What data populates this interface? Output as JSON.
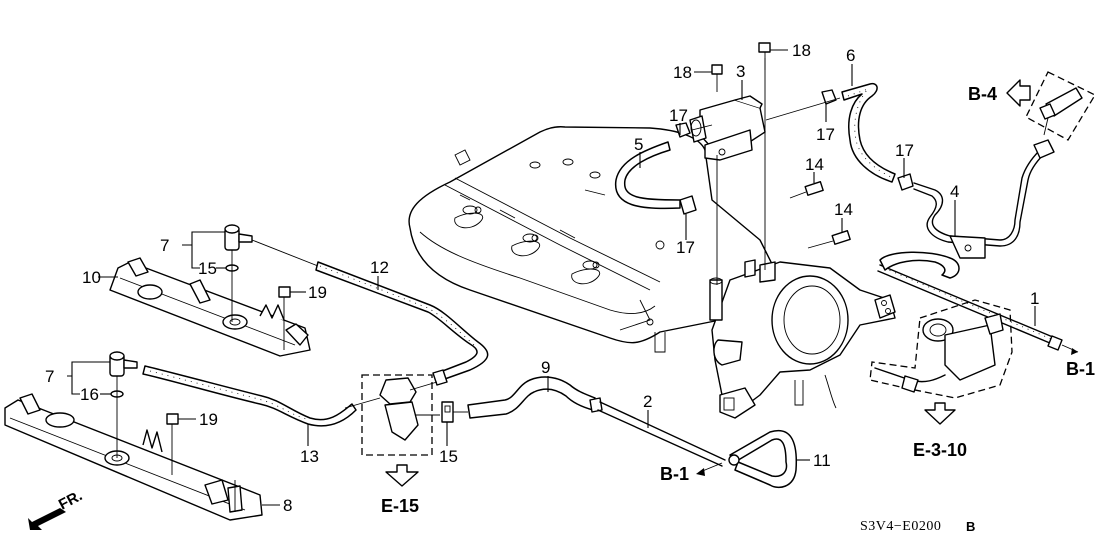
{
  "diagram": {
    "title": "Intake manifold / throttle body hose assembly exploded view",
    "diagram_code": "S3V4−E0200",
    "diagram_revision": "B",
    "direction_indicator": "FR.",
    "callouts": [
      {
        "id": "c1",
        "label": "1"
      },
      {
        "id": "c2",
        "label": "2"
      },
      {
        "id": "c3",
        "label": "3"
      },
      {
        "id": "c4",
        "label": "4"
      },
      {
        "id": "c5",
        "label": "5"
      },
      {
        "id": "c6",
        "label": "6"
      },
      {
        "id": "c7a",
        "label": "7"
      },
      {
        "id": "c7b",
        "label": "7"
      },
      {
        "id": "c8",
        "label": "8"
      },
      {
        "id": "c9",
        "label": "9"
      },
      {
        "id": "c10",
        "label": "10"
      },
      {
        "id": "c11",
        "label": "11"
      },
      {
        "id": "c12",
        "label": "12"
      },
      {
        "id": "c13",
        "label": "13"
      },
      {
        "id": "c14a",
        "label": "14"
      },
      {
        "id": "c14b",
        "label": "14"
      },
      {
        "id": "c15a",
        "label": "15"
      },
      {
        "id": "c15b",
        "label": "15"
      },
      {
        "id": "c16",
        "label": "16"
      },
      {
        "id": "c17a",
        "label": "17"
      },
      {
        "id": "c17b",
        "label": "17"
      },
      {
        "id": "c17c",
        "label": "17"
      },
      {
        "id": "c17d",
        "label": "17"
      },
      {
        "id": "c18a",
        "label": "18"
      },
      {
        "id": "c18b",
        "label": "18"
      },
      {
        "id": "c19a",
        "label": "19"
      },
      {
        "id": "c19b",
        "label": "19"
      }
    ],
    "references": [
      {
        "id": "r_b4",
        "label": "B-4"
      },
      {
        "id": "r_b1_right",
        "label": "B-1"
      },
      {
        "id": "r_b1_bottom",
        "label": "B-1"
      },
      {
        "id": "r_e310",
        "label": "E-3-10"
      },
      {
        "id": "r_e15",
        "label": "E-15"
      }
    ]
  }
}
